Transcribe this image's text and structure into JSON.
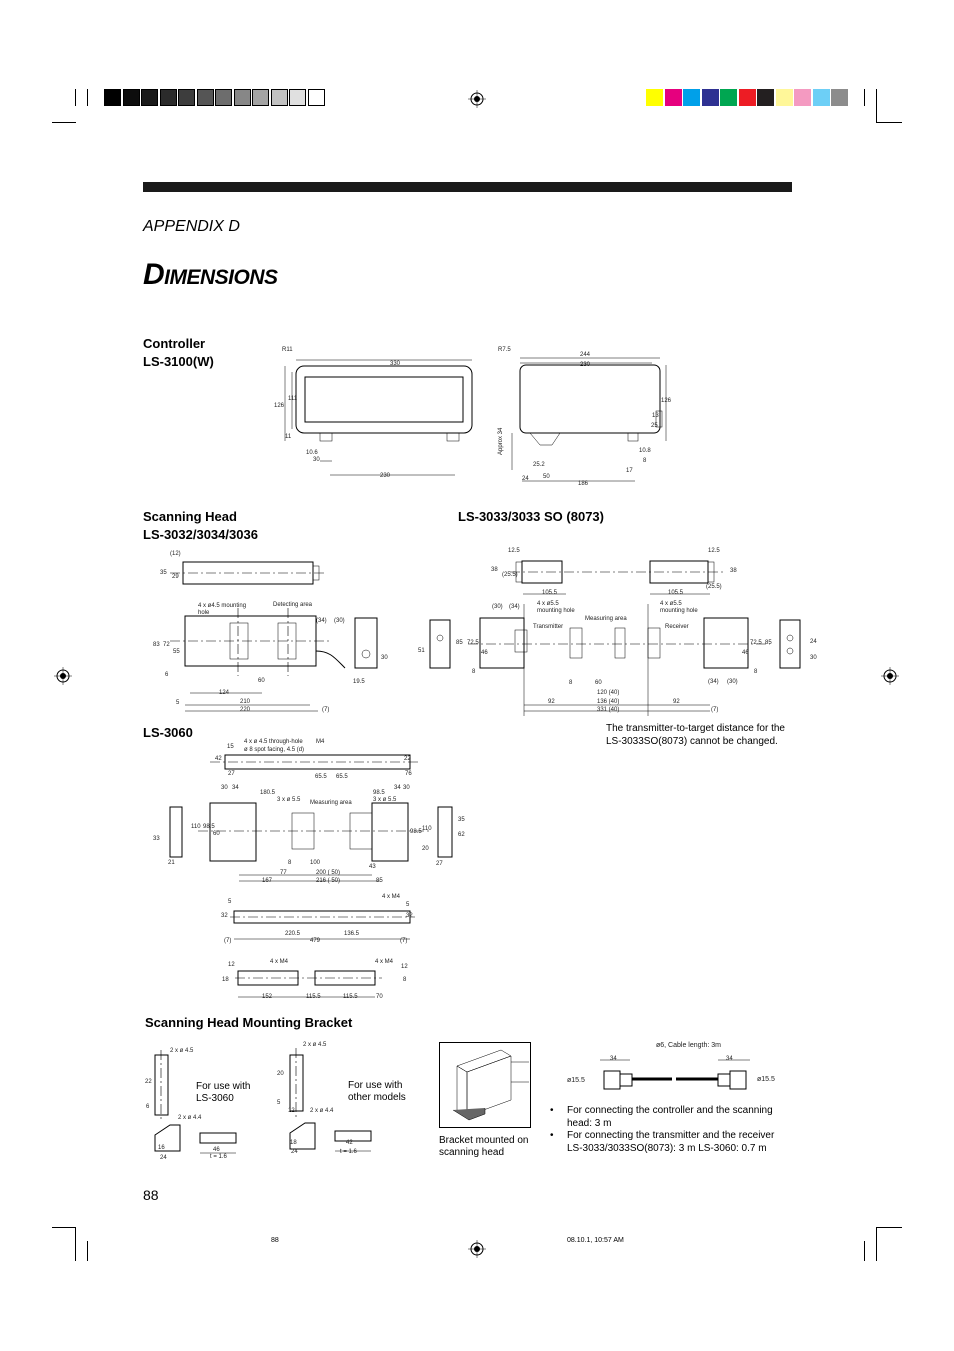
{
  "print_marks": {
    "gray_swatches": [
      "#000000",
      "#0d0d0d",
      "#1a1a1a",
      "#2b2b2b",
      "#3d3d3d",
      "#555555",
      "#6d6d6d",
      "#878787",
      "#a3a3a3",
      "#c2c2c2",
      "#e0e0e0",
      "#ffffff"
    ],
    "color_swatches": [
      "#ffff00",
      "#e6007e",
      "#00a0e9",
      "#2e3192",
      "#00a651",
      "#ed1c24",
      "#231f20",
      "#fff799",
      "#f49ac1",
      "#6dcff6",
      "#8c8c8c"
    ]
  },
  "header": {
    "appendix": "APPENDIX D",
    "title_initial": "D",
    "title_rest": "IMENSIONS"
  },
  "sections": {
    "controller_title": "Controller",
    "controller_model": "LS-3100(W)",
    "scanning_head_title": "Scanning Head",
    "scanning_head_models": "LS-3032/3034/3036",
    "ls3033_title": "LS-3033/3033 SO (8073)",
    "ls3060_title": "LS-3060",
    "bracket_title": "Scanning Head Mounting Bracket"
  },
  "notes": {
    "ls3033_note": "The transmitter-to-target distance for the LS-3033SO(8073) cannot be changed."
  },
  "bracket": {
    "for_ls3060": "For use with LS-3060",
    "for_other": "For use with other models",
    "photo_caption": "Bracket mounted on scanning head",
    "cable_label": "ø6, Cable length: 3m",
    "cable_left": "ø15.5",
    "cable_right": "ø15.5",
    "cable_dim": "34",
    "bullets": [
      "For connecting the controller and the scanning head: 3 m",
      "For connecting the transmitter and the receiver LS-3033/3033SO(8073): 3 m LS-3060: 0.7 m"
    ]
  },
  "dims": {
    "ctrl_front": {
      "r": "R11",
      "w": "330",
      "h": "126",
      "h2": "111",
      "b": "11",
      "d1": "10.6",
      "d2": "30",
      "d3": "230"
    },
    "ctrl_side": {
      "r": "R7.5",
      "w1": "244",
      "w2": "230",
      "h": "126",
      "a": "Approx 34",
      "b1": "25.2",
      "b2": "24",
      "b3": "50",
      "b4": "186",
      "c1": "13",
      "c2": "25",
      "c3": "10.8",
      "c4": "8",
      "c5": "17"
    },
    "head": {
      "t1": "(12)",
      "t2": "35",
      "t3": "29",
      "hole": "4 x ø4.5 mounting hole",
      "area": "Detecting area",
      "p1": "(34)",
      "p2": "(30)",
      "v1": "83",
      "v2": "72",
      "v3": "55",
      "v4": "6",
      "w1": "60",
      "w2": "124",
      "w3": "210",
      "w4": "220",
      "w5": "(7)",
      "w6": "5",
      "s1": "30",
      "s2": "19.5"
    },
    "ls3033": {
      "a1": "12.5",
      "a2": "12.5",
      "a3": "38",
      "a4": "38",
      "a5": "(25.5)",
      "a6": "(25.5)",
      "a7": "105.5",
      "a8": "105.5",
      "h1": "4 x ø5.5 mounting hole",
      "h2": "4 x ø5.5 mounting hole",
      "m": "Measuring area",
      "tx": "Transmitter",
      "rx": "Receiver",
      "p1": "(30)",
      "p2": "(34)",
      "p3": "(34)",
      "p4": "(30)",
      "v1": "85",
      "v2": "72.5",
      "v3": "46",
      "v4": "51",
      "v5": "24",
      "v6": "30",
      "b1": "8",
      "b2": "60",
      "b3": "120 (40)",
      "b4": "136 (40)",
      "b5": "331 (40)",
      "b6": "92",
      "b7": "92",
      "b8": "(7)",
      "b9": "8"
    },
    "ls3060": {
      "t1": "4 x ø 4.5 through-hole",
      "t2": "ø 8 spot facing, 4.5 (d)",
      "t3": "M4",
      "t4": "15",
      "t5": "42",
      "t6": "22",
      "t7": "27",
      "t8": "65.5",
      "t9": "65.5",
      "t10": "76",
      "m": "Measuring area",
      "m1": "3 x ø 5.5",
      "m2": "3 x ø 5.5",
      "w1": "30",
      "w2": "34",
      "w3": "180.5",
      "w4": "98.5",
      "w5": "34",
      "w6": "30",
      "v1": "110",
      "v2": "98.5",
      "v3": "60",
      "v4": "110",
      "v5": "98.5",
      "v6": "35",
      "v7": "62",
      "v8": "33",
      "b1": "8",
      "b2": "100",
      "b3": "77",
      "b4": "200 ( 50)",
      "b5": "216 ( 50)",
      "b6": "167",
      "b7": "43",
      "b8": "85",
      "b9": "21",
      "b10": "27",
      "b11": "20",
      "c1": "5",
      "c2": "4 x M4",
      "c3": "32",
      "c4": "32",
      "c5": "5",
      "c6": "220.5",
      "c7": "136.5",
      "c8": "479",
      "c9": "(7)",
      "c10": "(7)",
      "d1": "12",
      "d2": "4 x M4",
      "d3": "4 x M4",
      "d4": "12",
      "d5": "18",
      "d6": "8",
      "d7": "152",
      "d8": "115.5",
      "d9": "115.5",
      "d10": "70"
    },
    "bracket": {
      "a1": "2 x ø 4.5",
      "a2": "22",
      "a3": "6",
      "a4": "2 x ø 4.4",
      "a5": "16",
      "a6": "24",
      "a7": "46",
      "a8": "t = 1.6",
      "b1": "2 x ø 4.5",
      "b2": "20",
      "b3": "5",
      "b4": "12",
      "b5": "2 x ø 4.4",
      "b6": "18",
      "b7": "24",
      "b8": "42",
      "b9": "t = 1.6"
    }
  },
  "page": {
    "number": "88",
    "footer_left": "88",
    "footer_right": "08.10.1, 10:57 AM"
  }
}
